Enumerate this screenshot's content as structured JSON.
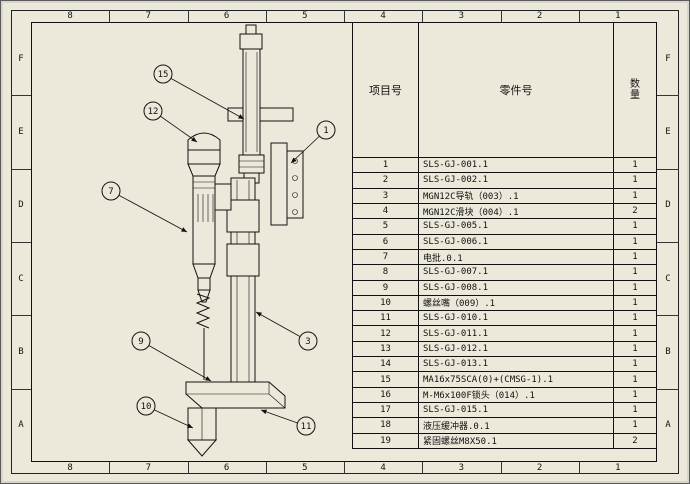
{
  "zones": {
    "top": [
      "8",
      "7",
      "6",
      "5",
      "4",
      "3",
      "2",
      "1"
    ],
    "bottom": [
      "8",
      "7",
      "6",
      "5",
      "4",
      "3",
      "2",
      "1"
    ],
    "left": [
      "F",
      "E",
      "D",
      "C",
      "B",
      "A"
    ],
    "right": [
      "F",
      "E",
      "D",
      "C",
      "B",
      "A"
    ]
  },
  "bom": {
    "header": {
      "item": "项目号",
      "part": "零件号",
      "qty": "数量"
    },
    "rows": [
      {
        "item": "1",
        "part": "SLS-GJ-001.1",
        "qty": "1"
      },
      {
        "item": "2",
        "part": "SLS-GJ-002.1",
        "qty": "1"
      },
      {
        "item": "3",
        "part": "MGN12C导轨（003）.1",
        "qty": "1"
      },
      {
        "item": "4",
        "part": "MGN12C滑块（004）.1",
        "qty": "2"
      },
      {
        "item": "5",
        "part": "SLS-GJ-005.1",
        "qty": "1"
      },
      {
        "item": "6",
        "part": "SLS-GJ-006.1",
        "qty": "1"
      },
      {
        "item": "7",
        "part": "电批.0.1",
        "qty": "1"
      },
      {
        "item": "8",
        "part": "SLS-GJ-007.1",
        "qty": "1"
      },
      {
        "item": "9",
        "part": "SLS-GJ-008.1",
        "qty": "1"
      },
      {
        "item": "10",
        "part": "螺丝嘴（009）.1",
        "qty": "1"
      },
      {
        "item": "11",
        "part": "SLS-GJ-010.1",
        "qty": "1"
      },
      {
        "item": "12",
        "part": "SLS-GJ-011.1",
        "qty": "1"
      },
      {
        "item": "13",
        "part": "SLS-GJ-012.1",
        "qty": "1"
      },
      {
        "item": "14",
        "part": "SLS-GJ-013.1",
        "qty": "1"
      },
      {
        "item": "15",
        "part": "MA16x75SCA(0)+(CMSG-1).1",
        "qty": "1"
      },
      {
        "item": "16",
        "part": "M-M6x100F锁头（014）.1",
        "qty": "1"
      },
      {
        "item": "17",
        "part": "SLS-GJ-015.1",
        "qty": "1"
      },
      {
        "item": "18",
        "part": "液压缓冲器.0.1",
        "qty": "1"
      },
      {
        "item": "19",
        "part": "紧固螺丝M8X50.1",
        "qty": "2"
      }
    ]
  },
  "drawing": {
    "balloons": [
      "15",
      "12",
      "1",
      "7",
      "9",
      "10",
      "3",
      "11"
    ]
  },
  "colors": {
    "sheet": "#ece9da",
    "outer_bg": "#d8d5cb",
    "line": "#111111"
  }
}
